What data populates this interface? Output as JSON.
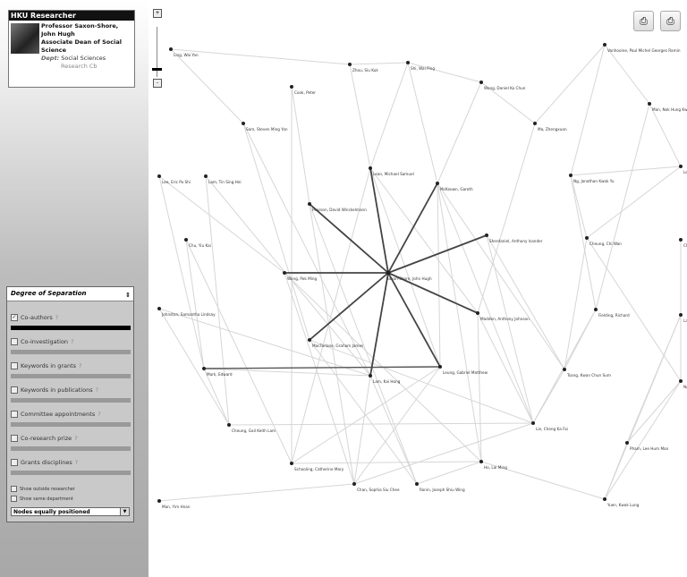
{
  "profile": {
    "app_title": "HKU Researcher",
    "name_line1": "Professor Saxon-Shore,",
    "name_line2": "John Hugh",
    "role_line1": "Associate Dean of Social",
    "role_line2": "Science",
    "dept_label": "Dept:",
    "dept_value": "Social Sciences",
    "link": "Research Cb"
  },
  "panel": {
    "title": "Degree of Separation",
    "options": [
      {
        "label": "Co-authors",
        "checked": true
      },
      {
        "label": "Co-investigation",
        "checked": false
      },
      {
        "label": "Keywords in grants",
        "checked": false
      },
      {
        "label": "Keywords in publications",
        "checked": false
      },
      {
        "label": "Committee appointments",
        "checked": false
      },
      {
        "label": "Co-research prize",
        "checked": false
      },
      {
        "label": "Grants disciplines",
        "checked": false
      }
    ],
    "show_outside": "Show outside researcher",
    "show_same_dept": "Show same department",
    "nodes_select": "Nodes equally positioned"
  },
  "toolbar": {
    "print_icon": "printer-icon",
    "print2_icon": "printer-settings-icon"
  },
  "graph": {
    "nodes": [
      {
        "id": "n0",
        "label": "Ling, Wai Yan"
      },
      {
        "id": "n1",
        "label": "Zhou, Siu Kuk"
      },
      {
        "id": "n2",
        "label": "Shi, Wai Ping"
      },
      {
        "id": "n3",
        "label": "Vanhooine, Paul Michel Georges Ramin"
      },
      {
        "id": "n4",
        "label": "Cook, Peter"
      },
      {
        "id": "n5",
        "label": "Wong, Daniel Ko Chun"
      },
      {
        "id": "n6",
        "label": "Man, Nok Hung Kwong"
      },
      {
        "id": "n7",
        "label": "Sam, Steven Ming Yan"
      },
      {
        "id": "n8",
        "label": "Ma, Zhengxuan"
      },
      {
        "id": "n9",
        "label": "Lam, Tin Sing Hei"
      },
      {
        "id": "n10",
        "label": "Lee, Eric Po Shi"
      },
      {
        "id": "n11",
        "label": "Lean, Michael Samuel"
      },
      {
        "id": "n12",
        "label": "McKeown, Gareth"
      },
      {
        "id": "n13",
        "label": "Ng, Jonathan Kwok Yu"
      },
      {
        "id": "n14",
        "label": "Leung, Suen Yuen"
      },
      {
        "id": "n15",
        "label": "Pearson, David Winckelmann"
      },
      {
        "id": "n16",
        "label": "Sherdaniel, Anthony Isander"
      },
      {
        "id": "n17",
        "label": "Chu, Yiu Kai"
      },
      {
        "id": "n18",
        "label": "Cheung, Chi Wan"
      },
      {
        "id": "n19",
        "label": "Choi, Wai Yin"
      },
      {
        "id": "n20",
        "label": "Saxon-Shore, John Hugh"
      },
      {
        "id": "n21",
        "label": "Wong, Pok Ming"
      },
      {
        "id": "n22",
        "label": "Johnston, Samantha Lindsay"
      },
      {
        "id": "n23",
        "label": "Madden, Anthony Johnson"
      },
      {
        "id": "n24",
        "label": "Fielding, Richard"
      },
      {
        "id": "n25",
        "label": "Lau"
      },
      {
        "id": "n26",
        "label": "MacFarlane, Graham James"
      },
      {
        "id": "n27",
        "label": "Mark, Edward"
      },
      {
        "id": "n28",
        "label": "Leung, Gabriel Matthew"
      },
      {
        "id": "n29",
        "label": "Lam, Kai Hong"
      },
      {
        "id": "n30",
        "label": "Tsang, Kwan Chun Sum"
      },
      {
        "id": "n31",
        "label": "Ngan, Wai Hung"
      },
      {
        "id": "n32",
        "label": "Cheung, Gail Keith Lam"
      },
      {
        "id": "n33",
        "label": "Lie, Cheng Ka Fai"
      },
      {
        "id": "n34",
        "label": "Pham, Lee Hum Man"
      },
      {
        "id": "n35",
        "label": "Schooling, Catherine Mary"
      },
      {
        "id": "n36",
        "label": "Ho, Lai Ming"
      },
      {
        "id": "n37",
        "label": "Chan, Sophia Siu Chee"
      },
      {
        "id": "n38",
        "label": "Ronin, Joseph Shiu Wing"
      },
      {
        "id": "n39",
        "label": "Man, Yim Hnan"
      },
      {
        "id": "n40",
        "label": "Yuen, Kwok Lung"
      }
    ]
  }
}
